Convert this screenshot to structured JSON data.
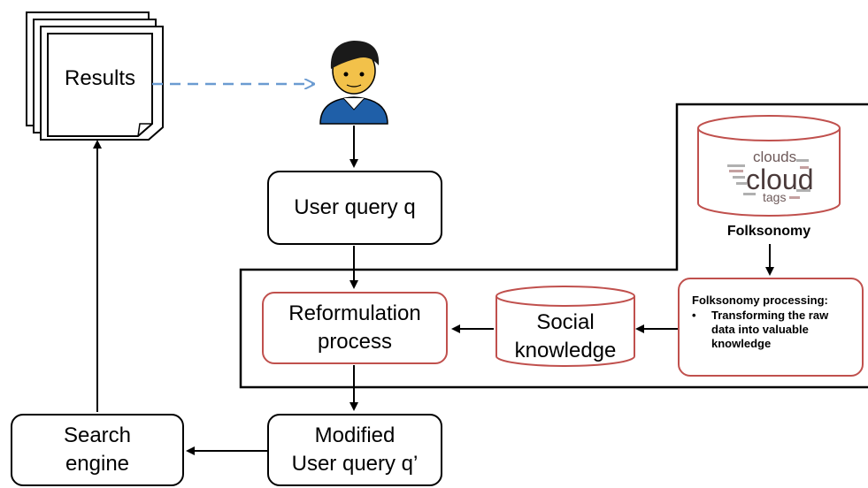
{
  "nodes": {
    "results": "Results",
    "user_query": "User query q",
    "reformulation_line1": "Reformulation",
    "reformulation_line2": "process",
    "social_line1": "Social",
    "social_line2": "knowledge",
    "folksonomy": "Folksonomy",
    "modified_line1": "Modified",
    "modified_line2": "User query q’",
    "search_line1": "Search",
    "search_line2": "engine"
  },
  "processing": {
    "title": "Folksonomy processing:",
    "bullet_line1": "Transforming the raw",
    "bullet_line2": "data into valuable",
    "bullet_line3": "knowledge"
  },
  "tag_cloud": {
    "word1": "clouds",
    "word2": "cloud",
    "word3": "tags"
  },
  "colors": {
    "accent_border": "#c0504d",
    "dashed_arrow": "#6b9bd1",
    "user_shirt": "#1f5fa8",
    "user_hair": "#1a1a1a",
    "user_skin": "#f2c14a"
  }
}
